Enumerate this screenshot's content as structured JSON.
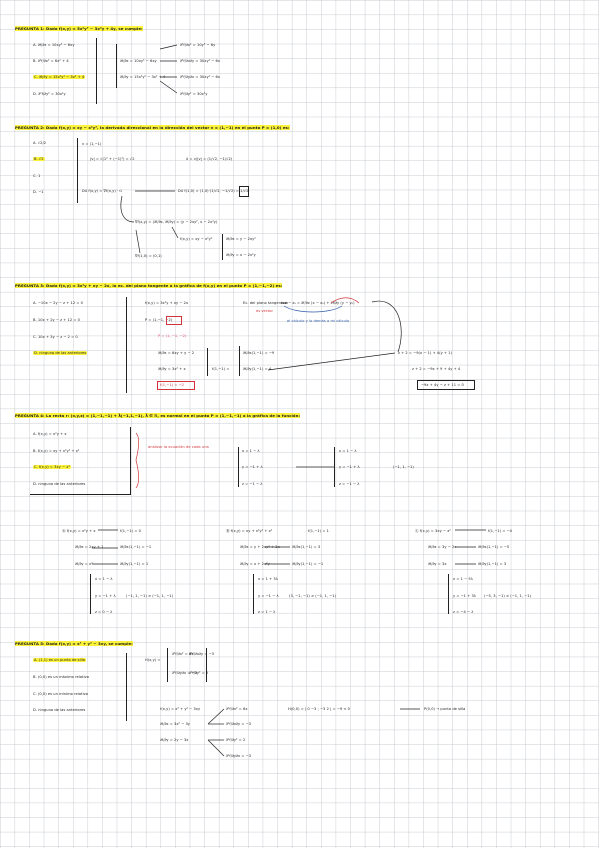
{
  "p1": {
    "header": "PREGUNTA 1: Dada f(x,y) = 5x²y³ − 3x²y + 4y, se cumple:",
    "options": [
      "A. ∂f/∂x = 10xy³ − 6xy",
      "B. ∂²f/∂x² = 6x² + 4",
      "C. ∂f/∂y = 15x²y² − 3x² + 4",
      "D. ∂²f/∂y² = 30x²y"
    ],
    "left": [
      "∂f/∂x = 10xy³ − 6xy",
      "∂f/∂y = 15x²y² − 3x² + 4"
    ],
    "right": [
      "∂²f/∂x² = 10y³ − 6y",
      "∂²f/∂x∂y = 30xy² − 6x",
      "∂²f/∂y∂x = 30xy² − 6x",
      "∂²f/∂y² = 30x²y"
    ]
  },
  "p2": {
    "header": "PREGUNTA 2: Dada f(x,y) = xy − x²y², la derivada direccional en la dirección del vector v = (1,−1) en el punto P = (1,0) es:",
    "options": [
      "A. √2/2",
      "B. √2",
      "C. 1",
      "D. −1"
    ],
    "work": [
      "v = (1,−1)",
      "|v| = √(1² + (−1)²) = √2",
      "û = v/|v| = (1/√2, −1/√2)",
      "Dû f(x,y) = ∇f(x,y) · û",
      "Dû f(1,0) = (1,0)·(1/√2, −1/√2) = 1/√2",
      "∇f(x,y) = (∂f/∂x, ∂f/∂y) = (y − 2xy², x − 2x²y)",
      "f(x,y) = xy − x²y²",
      "∂f/∂x = y − 2xy²",
      "∂f/∂y = x − 2x²y",
      "∇f(1,0) = (0,1)"
    ]
  },
  "p3": {
    "header": "PREGUNTA 3: Dada f(x,y) = 3x²y + xy − 2x, la ec. del plano tangente a la gráfica de f(x,y) en el punto P = (1,−1,−2) es:",
    "options": [
      "A. −10x − 2y − z + 12 = 0",
      "B. 10x + 2y − z + 12 = 0",
      "C. 10x + 3y − z − 2 = 0",
      "D. ninguna de las anteriores"
    ],
    "work": [
      "f(x,y) = 3x²y + xy − 2x",
      "P = (1,−1, −2)",
      "z − z₀ = ∂f/∂x (x − x₀) + ∂f/∂y (y − y₀)",
      "Ec. del plano tangente:",
      "es vector",
      "el cálculo y lo demás a mi cálculo",
      "∂f/∂x = 6xy + y − 2",
      "∂f/∂y = 3x² + x",
      "f(1,−1) = −2",
      "∂f/∂x(1,−1) = −9",
      "∂f/∂y(1,−1) = 4",
      "z + 2 = −9(x − 1) + 4(y + 1)",
      "z + 2 = −9x + 9 + 4y + 4",
      "−9x + 4y − z + 11 = 0"
    ]
  },
  "p4": {
    "header": "PREGUNTA 4: La recta r: (x,y,z) = (1,−1,−1) + λ(−1,1,−1), λ ∈ ℝ, es normal en el punto P = (1,−1,−1) a la gráfica de la función:",
    "options": [
      "A. f(x,y) = x²y + x",
      "B. f(x,y) = xy + x²y² + x²",
      "C. f(x,y) = 3xy − x²",
      "D. ninguna de las anteriores"
    ],
    "note": "analizar la ecuación de cada una",
    "param": [
      "x = 1 − λ",
      "y = −1 + λ",
      "z = −1 − λ"
    ],
    "dir": "(−1, 1, −1)",
    "cases": [
      {
        "fn": "f(x,y) = x²y + x",
        "val": "f(1,−1) = 0",
        "dx": "∂f/∂x = 2xy + 1",
        "dxv": "∂f/∂x(1,−1) = −1",
        "dy": "∂f/∂y = x²",
        "dyv": "∂f/∂y(1,−1) = 1",
        "line": [
          "x = 1 − λ",
          "y = −1 + λ",
          "z = 0 − λ"
        ],
        "res": "(−1, 1, −1) ≠ (−1, 1, −1)"
      },
      {
        "fn": "f(x,y) = xy + x²y² + x²",
        "val": "f(1,−1) = 1",
        "dx": "∂f/∂x = y + 2xy² + 2x",
        "dxv": "∂f/∂x(1,−1) = 3",
        "dy": "∂f/∂y = x + 2x²y",
        "dyv": "∂f/∂y(1,−1) = −1",
        "line": [
          "x = 1 + 3λ",
          "y = −1 − λ",
          "z = 1 − λ"
        ],
        "res": "(3, −1, −1) ≠ (−1, 1, −1)"
      },
      {
        "fn": "f(x,y) = 3xy − x²",
        "val": "f(1,−1) = −4",
        "dx": "∂f/∂x = 3y − 2x",
        "dxv": "∂f/∂x(1,−1) = −5",
        "dy": "∂f/∂y = 3x",
        "dyv": "∂f/∂y(1,−1) = 3",
        "line": [
          "x = 1 − 5λ",
          "y = −1 + 3λ",
          "z = −4 − λ"
        ],
        "res": "(−5, 3, −1) ≠ (−1, 1, −1)"
      }
    ]
  },
  "p5": {
    "header": "PREGUNTA 5: Dada f(x,y) = x³ + y² − 3xy, se cumple:",
    "options": [
      "A. (1,1) es un punto de silla",
      "B. (0,0) es un máximo relativo",
      "C. (0,0) es un mínimo relativo",
      "D. ninguna de las anteriores"
    ],
    "hess": "H(x,y) =",
    "work": [
      "f(x,y) = x³ + y² − 3xy",
      "∂f/∂x = 3x² − 3y",
      "∂f/∂y = 2y − 3x",
      "∂²f/∂x² = 6x",
      "∂²f/∂x∂y = −3",
      "∂²f/∂y² = 2",
      "∂²f/∂y∂x = −3"
    ],
    "det": "H(0,0) = | 0 −3 ; −3 2 | = −9 < 0",
    "conclusion": "P(0,0) → punto de silla"
  }
}
